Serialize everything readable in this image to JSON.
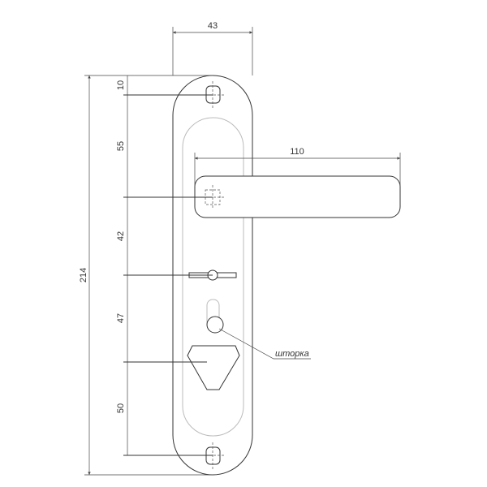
{
  "dimensions": {
    "plate_width": "43",
    "handle_length": "110",
    "total_height": "214",
    "chain": [
      "10",
      "55",
      "42",
      "47",
      "50"
    ]
  },
  "labels": {
    "shutter": "шторка"
  }
}
